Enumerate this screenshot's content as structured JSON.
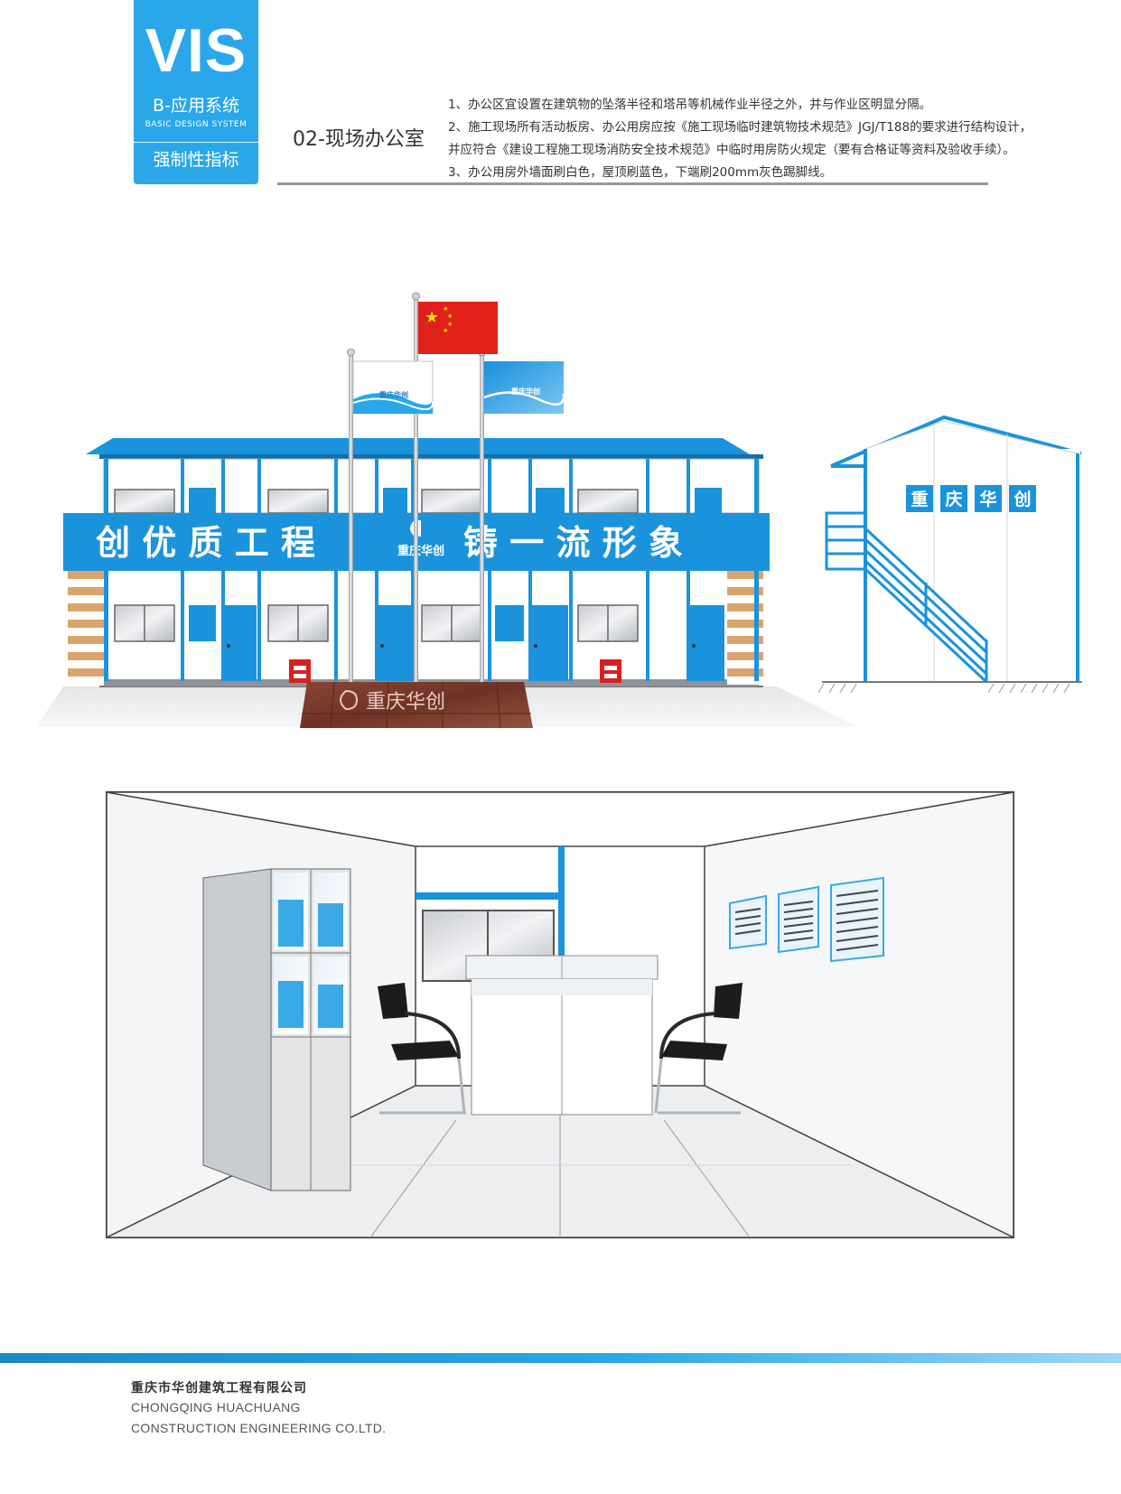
{
  "badge": {
    "vis": "VIS",
    "system": "B-应用系统",
    "system_en": "BASIC DESIGN SYSTEM",
    "tag": "强制性指标"
  },
  "section": {
    "title": "02-现场办公室"
  },
  "notes": [
    "1、办公区宜设置在建筑物的坠落半径和塔吊等机械作业半径之外，并与作业区明显分隔。",
    "2、施工现场所有活动板房、办公用房应按《施工现场临时建筑物技术规范》JGJ/T188的要求进行结构设计，",
    "并应符合《建设工程施工现场消防安全技术规范》中临时用房防火规定（要有合格证等资料及验收手续）。",
    "3、办公用房外墙面刷白色，屋顶刷蓝色，下端刷200mm灰色踢脚线。"
  ],
  "building": {
    "banner_left": "创 优 质 工 程",
    "banner_right": "铸 一 流 形 象",
    "logo_text": "重庆华创",
    "podium_text": "重庆华创",
    "side_sign": [
      "重",
      "庆",
      "华",
      "创"
    ]
  },
  "colors": {
    "brand_blue": "#2aa7e8",
    "house_blue": "#1a93dc",
    "flag_red": "#e0201a",
    "stripe_tan": "#d9a56e",
    "podium_brown": "#7a3b2c"
  },
  "footer": {
    "company_cn": "重庆市华创建筑工程有限公司",
    "company_en_line1": "CHONGQING HUACHUANG",
    "company_en_line2": "CONSTRUCTION ENGINEERING CO.LTD."
  }
}
